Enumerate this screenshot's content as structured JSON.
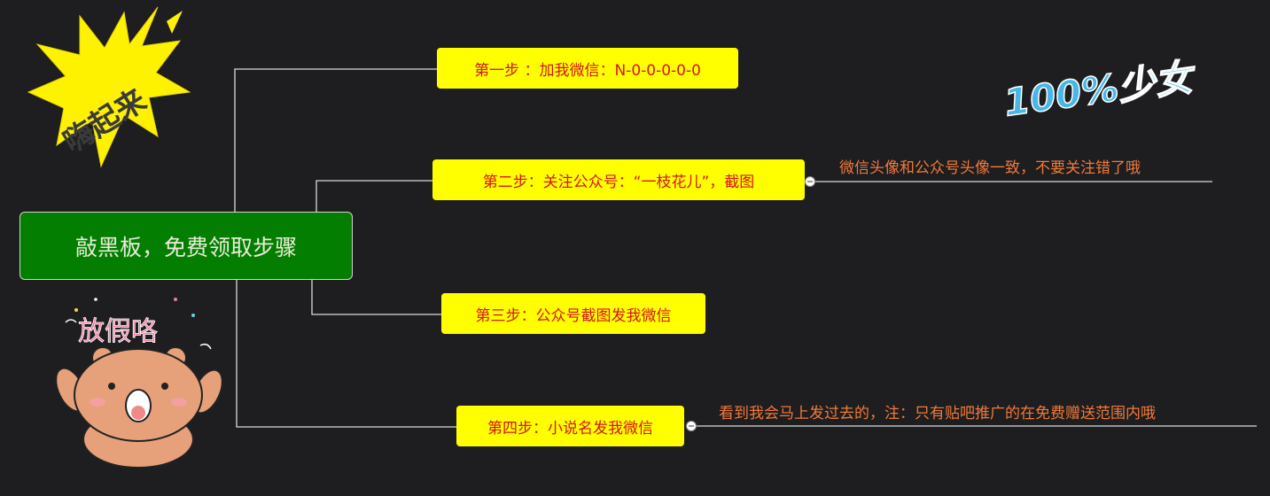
{
  "root": {
    "label": "敲黑板，免费领取步骤",
    "fill": "#037e00"
  },
  "steps": [
    {
      "label": "第一步 ：加我微信：N-0-0-0-0-0"
    },
    {
      "label": "第二步：关注公众号：“一枝花儿”，截图"
    },
    {
      "label": "第三步：公众号截图发我微信"
    },
    {
      "label": "第四步：小说名发我微信"
    }
  ],
  "notes": [
    {
      "label": "微信头像和公众号头像一致，不要关注错了哦"
    },
    {
      "label": "看到我会马上发过去的，注：只有贴吧推广的在免费赠送范围内哦"
    }
  ],
  "stickers": {
    "burst_text": "嗨起来",
    "title_text": "100%少女",
    "bear_text": "放假咯"
  },
  "colors": {
    "background": "#1e1d1f",
    "step_fill": "#ffff00",
    "step_text": "#d6141c",
    "note_text": "#f07a3c",
    "connector": "#d9d9d9"
  }
}
